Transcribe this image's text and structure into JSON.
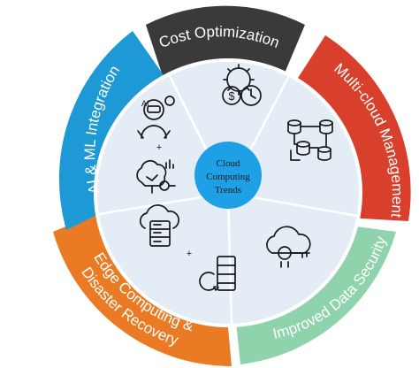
{
  "diagram": {
    "center_title": [
      "Cloud",
      "Computing",
      "Trends"
    ],
    "segments": [
      {
        "label": "Cost Optimization",
        "color": "#3a3a3a"
      },
      {
        "label": "Multi-cloud Management",
        "color": "#d9402b"
      },
      {
        "label": "Improved Data Security",
        "color": "#8fd3ac"
      },
      {
        "label": "Edge Computing & Disaster Recovery",
        "label_lines": [
          "Edge Computing &",
          "Disaster Recovery"
        ],
        "color": "#ea7a23"
      },
      {
        "label": "AI & ML Integration",
        "color": "#1d9ad6"
      }
    ],
    "icons": {
      "cost": "gear-dollar-clock-icon",
      "multicloud": "database-network-icon",
      "security": "cloud-key-icon",
      "edge": "server-cloud-icon",
      "disaster": "backup-server-icon",
      "ai": "robot-icon",
      "ml": "brain-tree-icon"
    },
    "colors": {
      "inner_disc": "#e4ecf6",
      "center_circle": "#1ea0e6",
      "divider": "#ffffff"
    }
  }
}
